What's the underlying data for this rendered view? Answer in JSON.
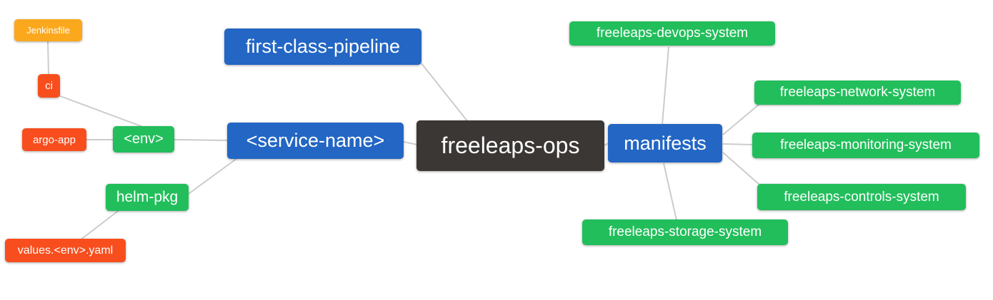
{
  "diagram": {
    "type": "mindmap",
    "root_label": "freeleaps-ops"
  },
  "colors": {
    "root_node": "#3B3735",
    "branch_node": "#2366C4",
    "system_node": "#22BE5B",
    "leaf_node": "#F84E1E",
    "file_node": "#FBA81D",
    "edge_line": "#cccccc",
    "node_text": "#ffffff",
    "background": "#ffffff"
  },
  "nodes": {
    "root": {
      "label": "freeleaps-ops",
      "color": "#3B3735"
    },
    "first_class_pipeline": {
      "label": "first-class-pipeline",
      "color": "#2366C4"
    },
    "service_name": {
      "label": "<service-name>",
      "color": "#2366C4"
    },
    "manifests": {
      "label": "manifests",
      "color": "#2366C4"
    },
    "env": {
      "label": "<env>",
      "color": "#22BE5B"
    },
    "helm_pkg": {
      "label": "helm-pkg",
      "color": "#22BE5B"
    },
    "ci": {
      "label": "ci",
      "color": "#F84E1E"
    },
    "argo_app": {
      "label": "argo-app",
      "color": "#F84E1E"
    },
    "values_env_yaml": {
      "label": "values.<env>.yaml",
      "color": "#F84E1E"
    },
    "jenkinsfile": {
      "label": "Jenkinsfile",
      "color": "#FBA81D"
    },
    "devops_system": {
      "label": "freeleaps-devops-system",
      "color": "#22BE5B"
    },
    "network_system": {
      "label": "freeleaps-network-system",
      "color": "#22BE5B"
    },
    "monitoring_system": {
      "label": "freeleaps-monitoring-system",
      "color": "#22BE5B"
    },
    "controls_system": {
      "label": "freeleaps-controls-system",
      "color": "#22BE5B"
    },
    "storage_system": {
      "label": "freeleaps-storage-system",
      "color": "#22BE5B"
    }
  },
  "edges": [
    {
      "from": "jenkinsfile",
      "to": "ci"
    },
    {
      "from": "ci",
      "to": "env"
    },
    {
      "from": "argo_app",
      "to": "env"
    },
    {
      "from": "env",
      "to": "service_name"
    },
    {
      "from": "helm_pkg",
      "to": "service_name"
    },
    {
      "from": "values_env_yaml",
      "to": "helm_pkg"
    },
    {
      "from": "first_class_pipeline",
      "to": "root"
    },
    {
      "from": "service_name",
      "to": "root"
    },
    {
      "from": "root",
      "to": "manifests"
    },
    {
      "from": "manifests",
      "to": "devops_system"
    },
    {
      "from": "manifests",
      "to": "network_system"
    },
    {
      "from": "manifests",
      "to": "monitoring_system"
    },
    {
      "from": "manifests",
      "to": "controls_system"
    },
    {
      "from": "manifests",
      "to": "storage_system"
    }
  ]
}
